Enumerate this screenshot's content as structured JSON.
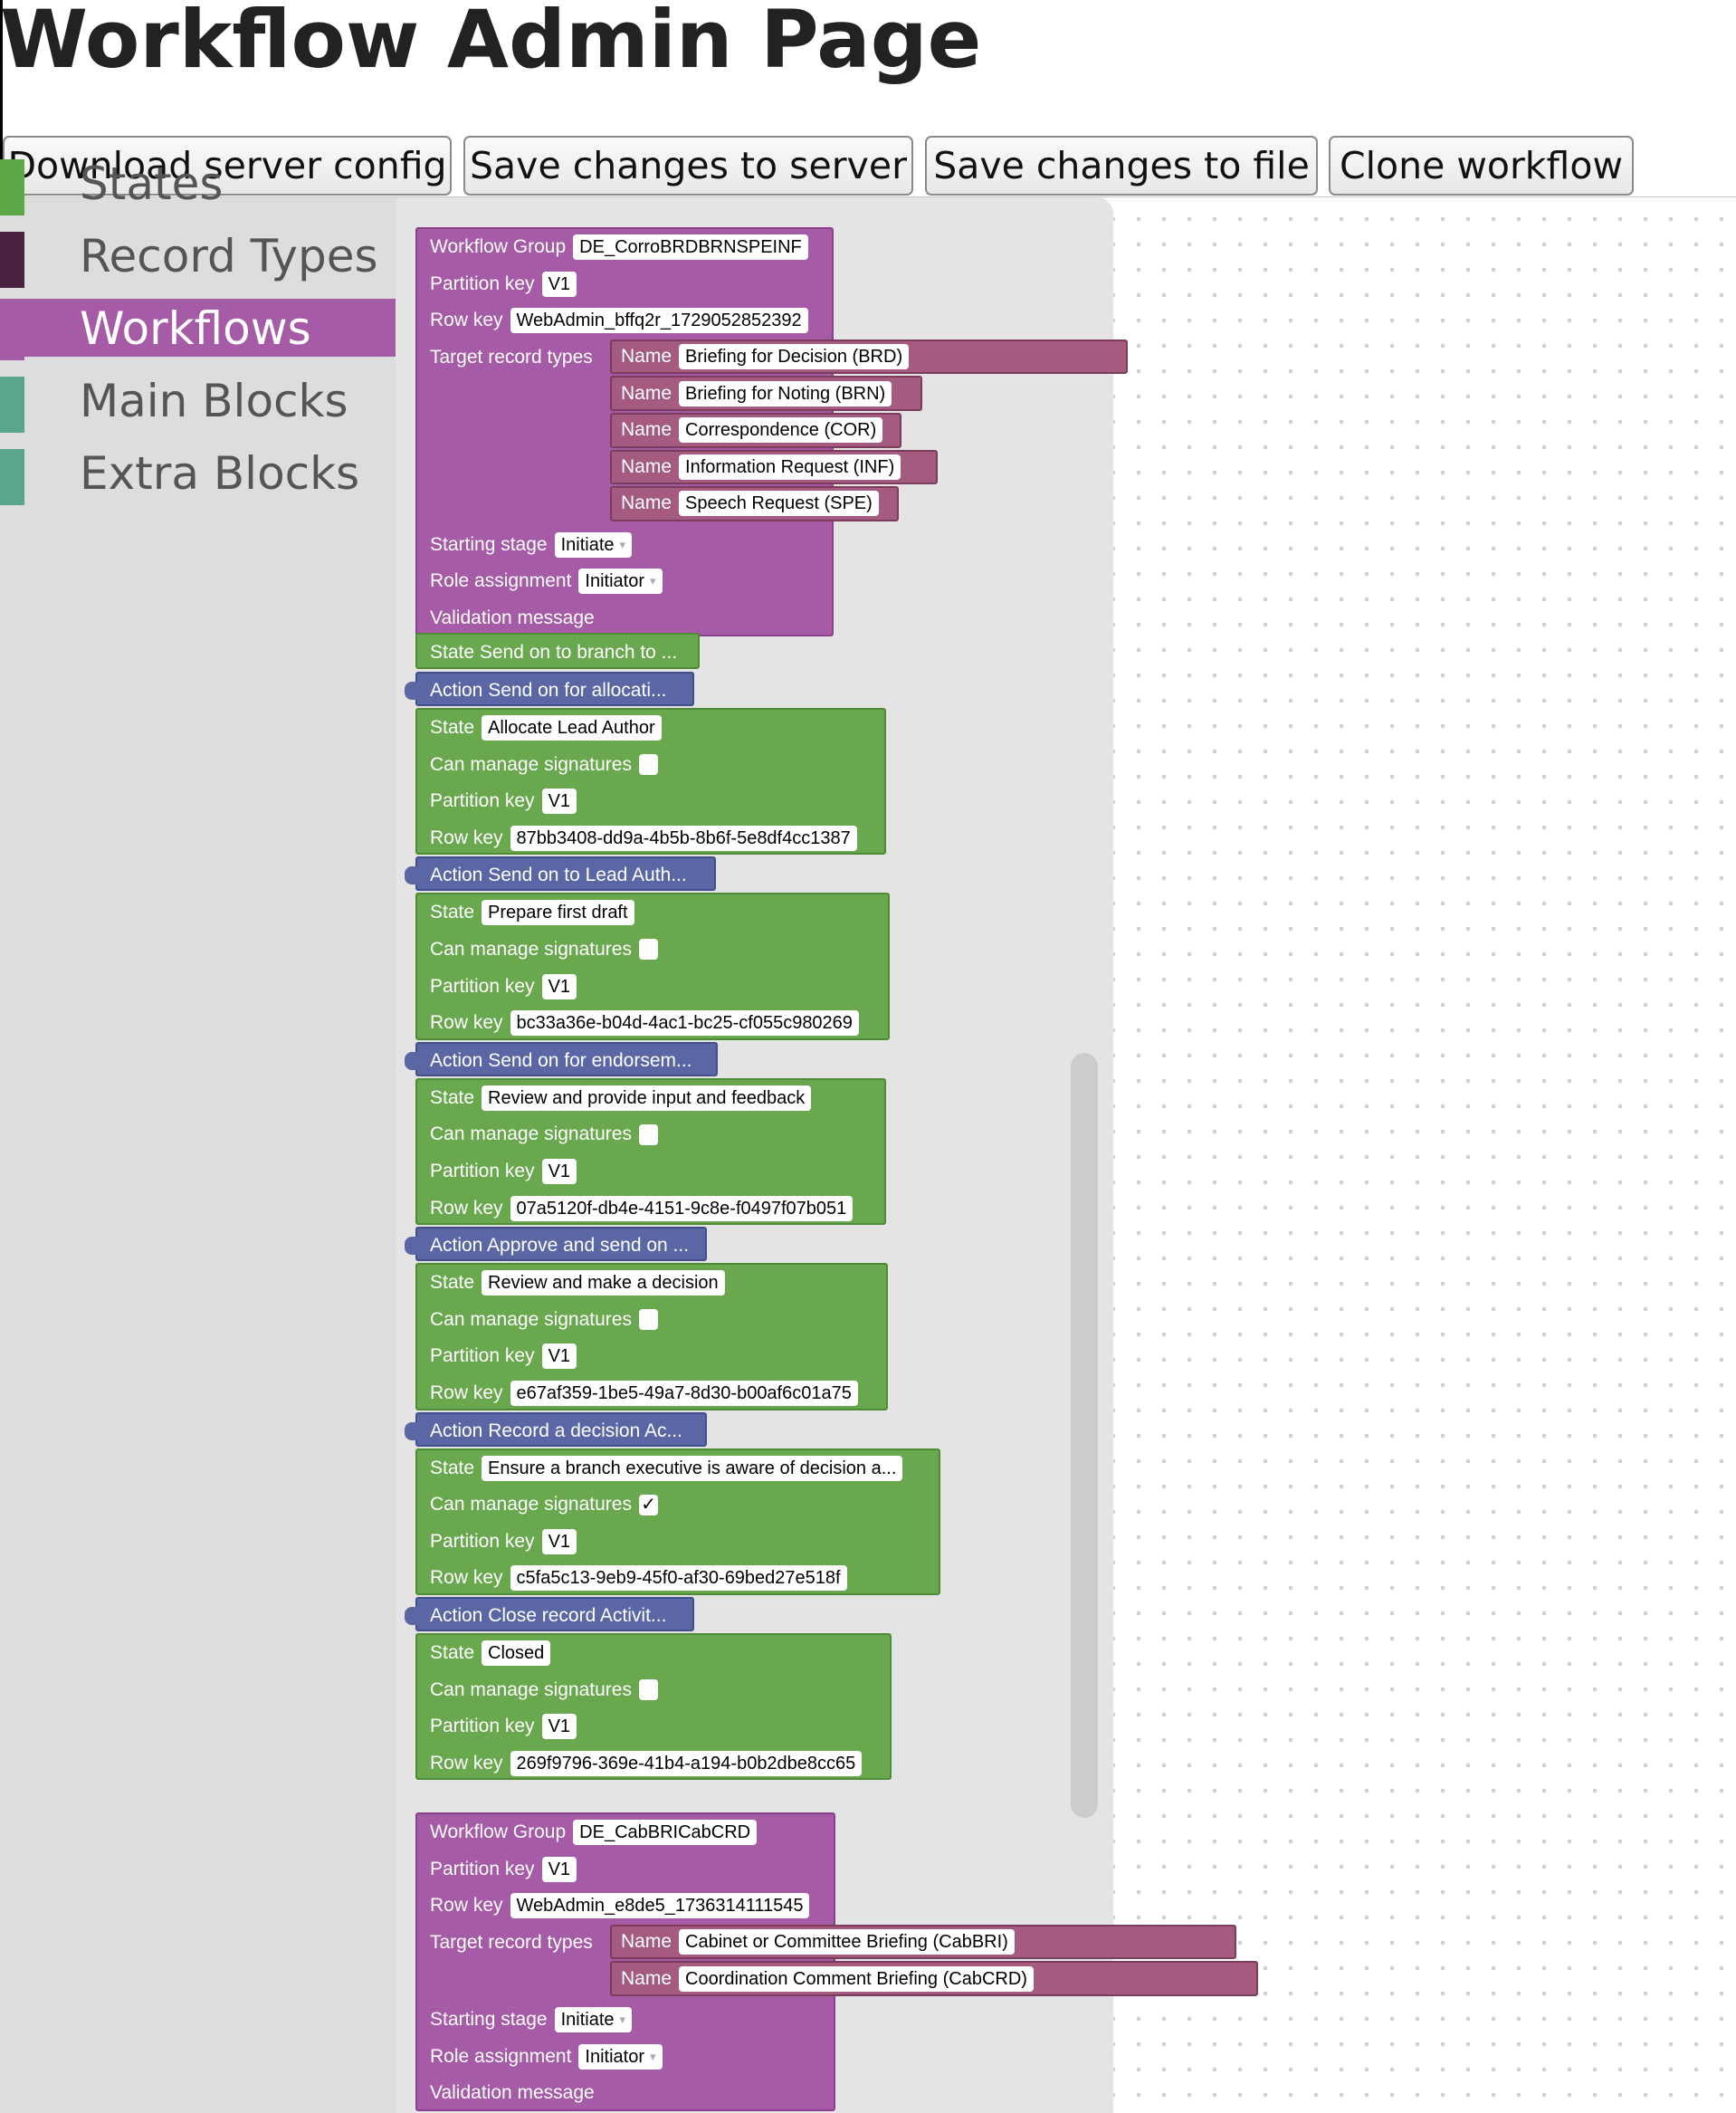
{
  "page_title": "Workflow Admin Page",
  "toolbar": {
    "buttons": [
      "Download server config",
      "Save changes to server",
      "Save changes to file",
      "Clone workflow"
    ]
  },
  "toolbox": {
    "categories": [
      {
        "label": "States",
        "color": "#5fa84a",
        "selected": false
      },
      {
        "label": "Record Types",
        "color": "#4a2340",
        "selected": false
      },
      {
        "label": "Workflows",
        "color": "#a55ba5",
        "selected": true
      },
      {
        "label": "Main Blocks",
        "color": "#5ba58c",
        "selected": false
      },
      {
        "label": "Extra Blocks",
        "color": "#5ba58c",
        "selected": false
      }
    ]
  },
  "labels": {
    "workflow_group": "Workflow Group",
    "partition_key": "Partition key",
    "row_key": "Row key",
    "target_record_types": "Target record types",
    "name": "Name",
    "starting_stage": "Starting stage",
    "role_assignment": "Role assignment",
    "validation_message": "Validation message",
    "state": "State",
    "can_manage_signatures": "Can manage signatures",
    "chevron": "▾"
  },
  "colors": {
    "workflow_block": "#a55ba5",
    "state_block": "#6aa84f",
    "record_type_block": "#a55b80",
    "action_block": "#5b67a5"
  },
  "workflows": [
    {
      "group": "DE_CorroBRDBRNSPEINF",
      "partition_key": "V1",
      "row_key": "WebAdmin_bffq2r_1729052852392",
      "target_record_types": [
        "Briefing for Decision (BRD)",
        "Briefing for Noting (BRN)",
        "Correspondence (COR)",
        "Information Request (INF)",
        "Speech Request (SPE)"
      ],
      "starting_stage": "Initiate",
      "role_assignment": "Initiator",
      "state_send": "State Send on to branch to ...",
      "steps": [
        {
          "action": "Action Send on for allocati...",
          "state": "Allocate Lead Author",
          "signatures": "",
          "partition_key": "V1",
          "row_key": "87bb3408-dd9a-4b5b-8b6f-5e8df4cc1387"
        },
        {
          "action": "Action Send on to Lead Auth...",
          "state": "Prepare first draft",
          "signatures": "",
          "partition_key": "V1",
          "row_key": "bc33a36e-b04d-4ac1-bc25-cf055c980269"
        },
        {
          "action": "Action Send on for endorsem...",
          "state": "Review and provide input and feedback",
          "signatures": "",
          "partition_key": "V1",
          "row_key": "07a5120f-db4e-4151-9c8e-f0497f07b051"
        },
        {
          "action": "Action Approve and send on ...",
          "state": "Review and make a decision",
          "signatures": "",
          "partition_key": "V1",
          "row_key": "e67af359-1be5-49a7-8d30-b00af6c01a75"
        },
        {
          "action": "Action Record a decision Ac...",
          "state": "Ensure a branch executive is aware of decision a...",
          "signatures": "✓",
          "partition_key": "V1",
          "row_key": "c5fa5c13-9eb9-45f0-af30-69bed27e518f"
        },
        {
          "action": "Action Close record Activit...",
          "state": "Closed",
          "signatures": "",
          "partition_key": "V1",
          "row_key": "269f9796-369e-41b4-a194-b0b2dbe8cc65"
        }
      ]
    },
    {
      "group": "DE_CabBRICabCRD",
      "partition_key": "V1",
      "row_key": "WebAdmin_e8de5_1736314111545",
      "target_record_types": [
        "Cabinet or Committee Briefing (CabBRI)",
        "Coordination Comment Briefing (CabCRD)"
      ],
      "starting_stage": "Initiate",
      "role_assignment": "Initiator"
    }
  ]
}
